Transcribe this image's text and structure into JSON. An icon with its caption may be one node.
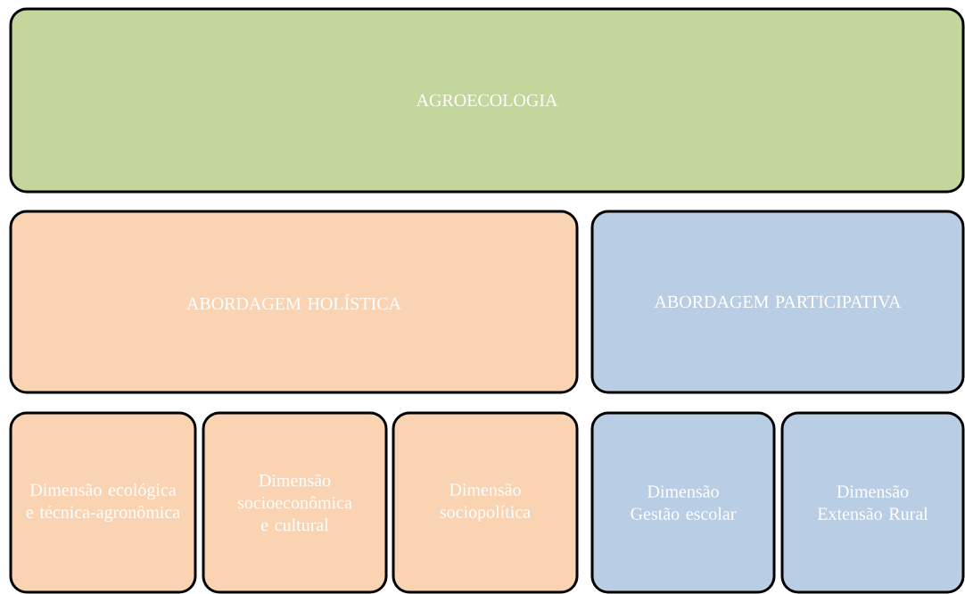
{
  "diagram": {
    "nodes": [
      {
        "text": [
          "AGROECOLOGIA"
        ]
      },
      {
        "text": [
          "ABORDAGEM HOLÍSTICA"
        ]
      },
      {
        "text": [
          "ABORDAGEM PARTICIPATIVA"
        ]
      },
      {
        "text": [
          "Dimensão ecológica e técnica-agronômica"
        ]
      },
      {
        "text": [
          "Dimensão socioeconômica e cultural"
        ]
      },
      {
        "text": [
          "Dimensão sociopolítica"
        ]
      },
      {
        "text": [
          "Dimensão Gestão escolar"
        ]
      },
      {
        "text": [
          "Dimensão Extensão Rural"
        ]
      }
    ]
  }
}
